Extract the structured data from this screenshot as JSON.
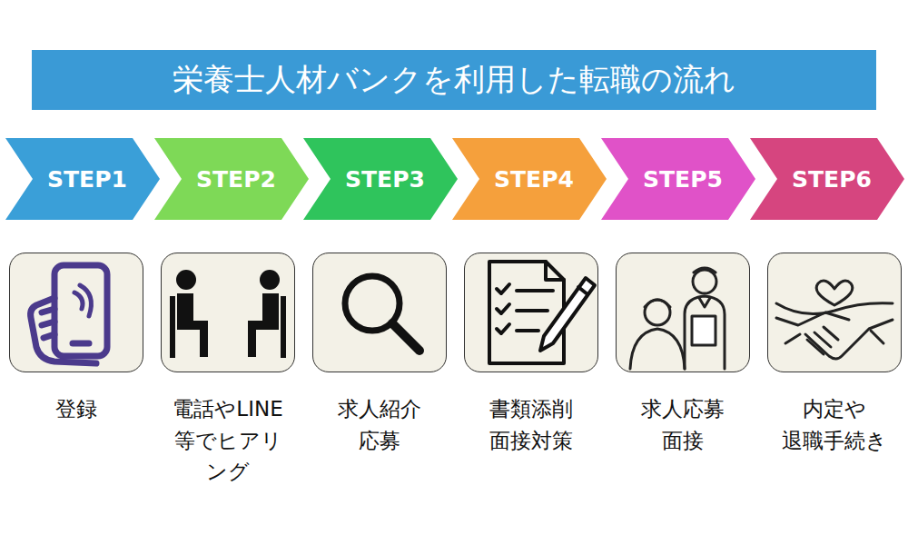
{
  "diagram": {
    "title": "栄養士人材バンクを利用した転職の流れ",
    "nodes": [
      {
        "text": [
          "STEP1"
        ]
      },
      {
        "text": [
          "STEP2"
        ]
      },
      {
        "text": [
          "STEP3"
        ]
      },
      {
        "text": [
          "STEP4"
        ]
      },
      {
        "text": [
          "STEP5"
        ]
      },
      {
        "text": [
          "STEP6"
        ]
      },
      {
        "text": [
          "登録"
        ]
      },
      {
        "text": [
          "電話やLINE 等でヒアリ ング"
        ]
      },
      {
        "text": [
          "求人紹介 応募"
        ]
      },
      {
        "text": [
          "書類添削 面接対策"
        ]
      },
      {
        "text": [
          "求人応募 面接"
        ]
      },
      {
        "text": [
          "内定や 退職手続き"
        ]
      }
    ]
  }
}
